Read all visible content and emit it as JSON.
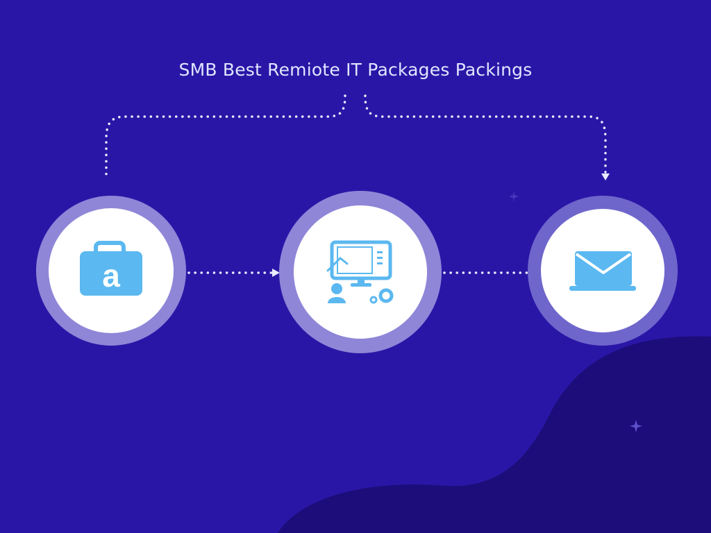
{
  "diagram": {
    "title": "SMB Best Remiote IT Packages Packings",
    "nodes": [
      {
        "id": "node-1",
        "icon": "briefcase-a-icon",
        "glyph": "a"
      },
      {
        "id": "node-2",
        "icon": "monitor-user-icon"
      },
      {
        "id": "node-3",
        "icon": "laptop-mail-icon"
      }
    ],
    "connectors": [
      {
        "from": "node-1",
        "to": "node-2",
        "style": "dotted",
        "arrow": true
      },
      {
        "from": "node-2",
        "to": "node-3",
        "style": "dotted",
        "arrow": false
      },
      {
        "from": "title",
        "to": "node-1",
        "style": "dotted",
        "arrow": false
      },
      {
        "from": "title",
        "to": "node-3",
        "style": "dotted",
        "arrow": true
      }
    ]
  },
  "colors": {
    "background": "#2a16a6",
    "background_wave": "#1c0d7a",
    "ring": "#8f86d8",
    "node_fill": "#ffffff",
    "icon": "#5bb8f0",
    "line": "#e8ecff",
    "title": "#dfe6ff"
  }
}
